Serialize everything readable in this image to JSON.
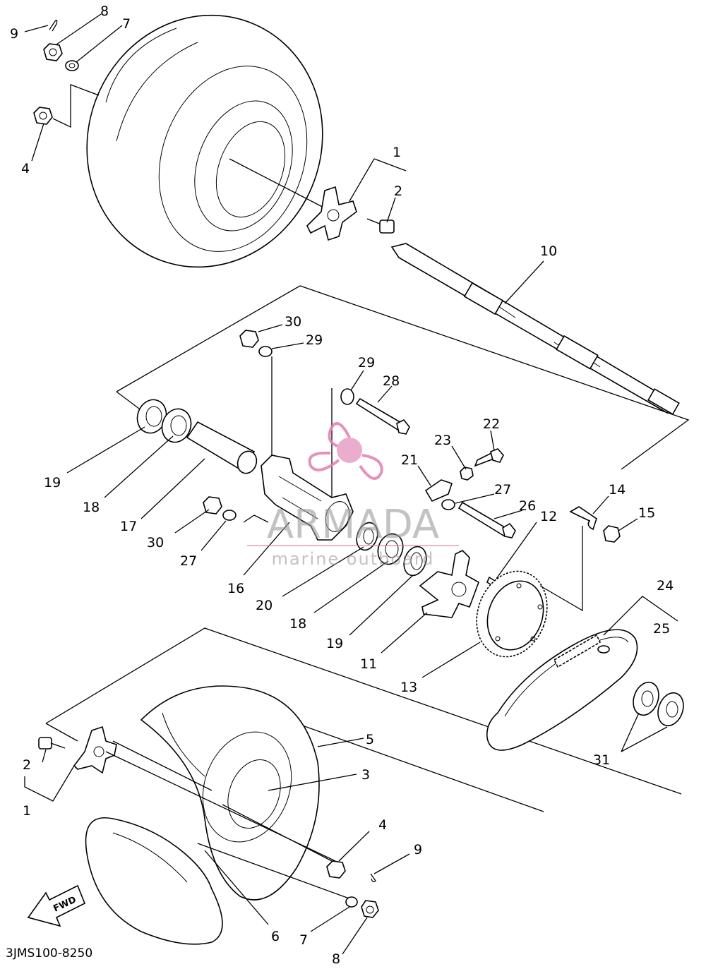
{
  "diagram_code": "3JMS100-8250",
  "fwd_label": "FWD",
  "watermark": {
    "brand": "ARMADA",
    "tagline": "marine outboard",
    "accent_color": "#e07fb0"
  },
  "callouts": [
    "9",
    "8",
    "7",
    "4",
    "1",
    "2",
    "10",
    "30",
    "29",
    "29",
    "28",
    "22",
    "23",
    "21",
    "27",
    "19",
    "18",
    "17",
    "30",
    "27",
    "16",
    "26",
    "12",
    "14",
    "15",
    "20",
    "18",
    "19",
    "11",
    "24",
    "25",
    "13",
    "31",
    "5",
    "3",
    "2",
    "1",
    "4",
    "9",
    "7",
    "6",
    "8"
  ]
}
